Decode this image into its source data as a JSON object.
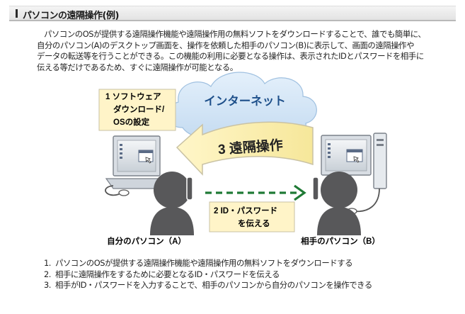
{
  "section": {
    "title": "パソコンの遠隔操作(例)"
  },
  "intro": {
    "lines": [
      "パソコンのOSが提供する遠隔操作機能や遠隔操作用の無料ソフトをダウンロードすることで、誰でも簡単に、",
      "自分のパソコン(A)のデスクトップ画面を、操作を依頼した相手のパソコン(B)に表示して、画面の遠隔操作や",
      "データの転送等を行うことができる。この機能の利用に必要となる操作は、表示されたIDとパスワードを相手に",
      "伝える等だけであるため、すぐに遠隔操作が可能となる。"
    ]
  },
  "diagram": {
    "step1_lines": [
      "1 ソフトウェア",
      "ダウンロード/",
      "OSの設定"
    ],
    "internet_label": "インターネット",
    "step3_label": "3 遠隔操作",
    "step2_lines": [
      "2  ID・パスワード",
      "を伝える"
    ],
    "pc_a_label": "自分のパソコン（A）",
    "pc_b_label": "相手のパソコン（B）",
    "colors": {
      "bubble_fill": "#fff4c8",
      "bubble_border": "#c9c2a4",
      "arrow_green": "#1f7a35",
      "person_gray": "#58585a",
      "cloud_blue": "#cfe2f5",
      "internet_text": "#1d4f8a"
    }
  },
  "steps": [
    {
      "num": "1.",
      "text": "パソコンのOSが提供する遠隔操作機能や遠隔操作用の無料ソフトをダウンロードする"
    },
    {
      "num": "2.",
      "text": "相手に遠隔操作をするために必要となるID・パスワードを伝える"
    },
    {
      "num": "3.",
      "text": "相手がID・パスワードを入力することで、相手のパソコンから自分のパソコンを操作できる"
    }
  ]
}
